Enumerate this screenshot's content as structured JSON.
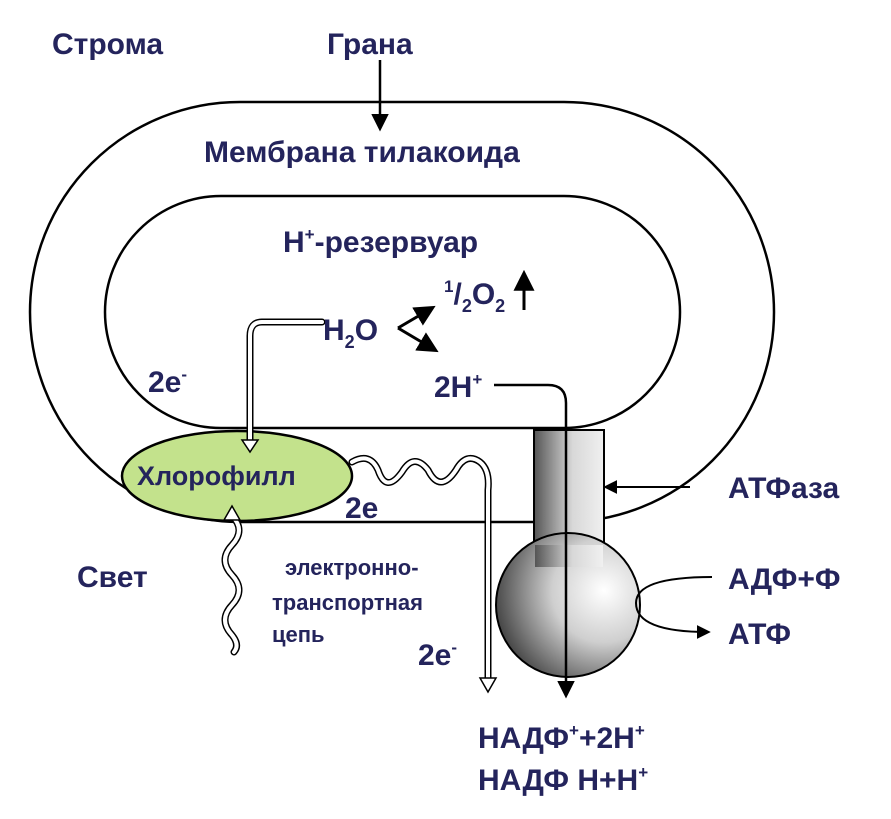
{
  "labels": {
    "stroma": "Строма",
    "grana": "Грана",
    "membrane": "Мембрана тилакоида",
    "reservoir_h": "H",
    "reservoir_plus": "+",
    "reservoir_rest": "-резервуар",
    "h2o_h": "H",
    "h2o_sub": "2",
    "h2o_o": "O",
    "o2_sup": "1",
    "o2_slash": "/",
    "o2_sub": "2",
    "o2_o": "O",
    "o2_sub2": "2",
    "two_e_left": "2e",
    "two_e_left_sup": "-",
    "two_h": "2H",
    "two_h_sup": "+",
    "chlorophyll": "Хлорофилл",
    "two_e_mid": "2e",
    "light": "Свет",
    "etc_line1": "электронно-",
    "etc_line2": "транспортная",
    "etc_line3": "цепь",
    "two_e_bottom": "2e",
    "two_e_bottom_sup": "-",
    "atpase": "АТФаза",
    "adp": "АДФ+Ф",
    "atp": "АТФ",
    "nadp1_a": "НАДФ",
    "nadp1_sup": "+",
    "nadp1_b": "+2H",
    "nadp1_sup2": "+",
    "nadp2_a": "НАДФ H+H",
    "nadp2_sup": "+"
  },
  "colors": {
    "text": "#24245c",
    "chlorophyll_fill": "#c3e28c",
    "atpase_dark": "#4a4a4a",
    "atpase_light": "#f2f2f2",
    "line": "#000000"
  }
}
